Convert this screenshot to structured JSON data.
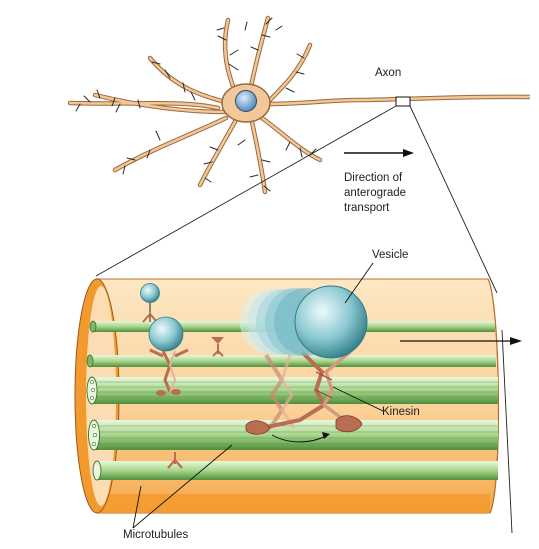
{
  "labels": {
    "axon": "Axon",
    "direction_line1": "Direction of",
    "direction_line2": "anterograde",
    "direction_line3": "transport",
    "vesicle": "Vesicle",
    "kinesin": "Kinesin",
    "microtubules": "Microtubules"
  },
  "colors": {
    "neuron_fill": "#f2c79a",
    "neuron_edge": "#9a6a3e",
    "nucleus": "#6f9fc9",
    "dendrite_spine": "#2a2a2a",
    "axon_body": "#fbd29a",
    "axon_shell": "#f39a2e",
    "microtubule_light": "#d5efbf",
    "microtubule_dark": "#5d9a48",
    "vesicle_light": "#d8f1f5",
    "vesicle_dark": "#3f8f9a",
    "kinesin": "#b96d52",
    "kinesin_light": "#e3b29c",
    "line": "#111111"
  },
  "icons": [
    "neuron-illustration",
    "direction-arrow",
    "vesicle-sphere",
    "kinesin-motor",
    "microtubule-rod"
  ]
}
